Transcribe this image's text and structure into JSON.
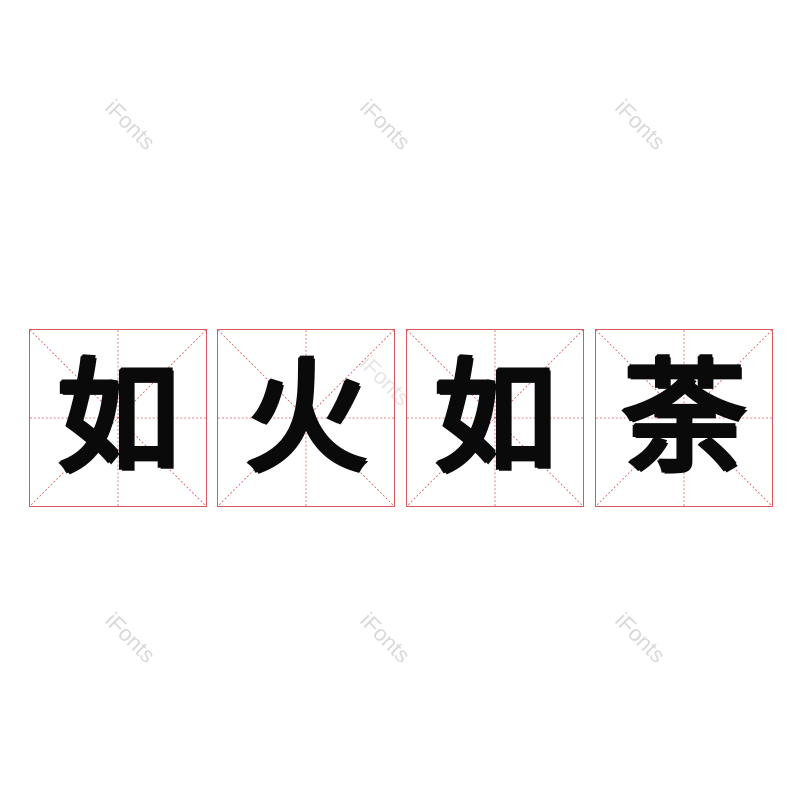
{
  "watermark": "iFonts",
  "characters": [
    "如",
    "火",
    "如",
    "荼"
  ],
  "colors": {
    "grid_line": "#d8595b",
    "glyph": "#0a0a0a",
    "watermark": "#d9d9d9"
  }
}
